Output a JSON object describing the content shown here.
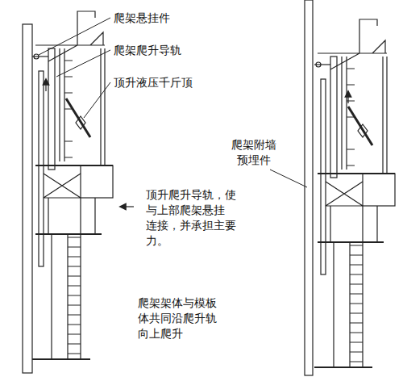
{
  "diagram": {
    "labels": [
      "爬架悬挂件",
      "爬架爬升导轨",
      "顶升液压千斤顶",
      "爬架附墙 预埋件",
      "顶升爬升导轨，使 与上部爬架悬挂 连接，并承担主要 力。",
      "爬架架体与模板 体共同沿爬升轨 向上爬升"
    ]
  }
}
